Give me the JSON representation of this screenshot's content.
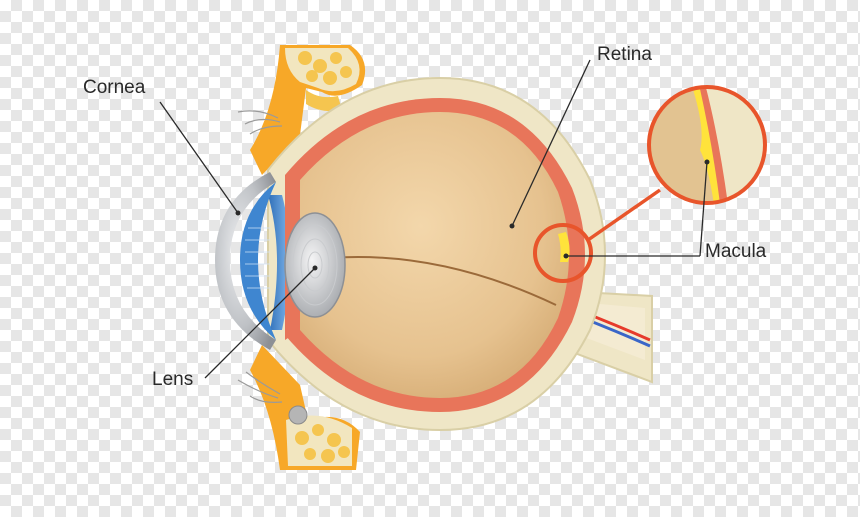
{
  "labels": {
    "cornea": "Cornea",
    "lens": "Lens",
    "retina": "Retina",
    "macula": "Macula"
  },
  "colors": {
    "sclera": "#efe6c6",
    "sclera_edge": "#d9cfa6",
    "retina_layer": "#e8755a",
    "vitreous": "#e4c08e",
    "fat": "#f7a828",
    "cornea_gray": "#b9bcc0",
    "iris_blue": "#4b8fd6",
    "macula_yellow": "#ffe33b",
    "callout_ring": "#e8552b",
    "leader": "#2a2a2a"
  }
}
